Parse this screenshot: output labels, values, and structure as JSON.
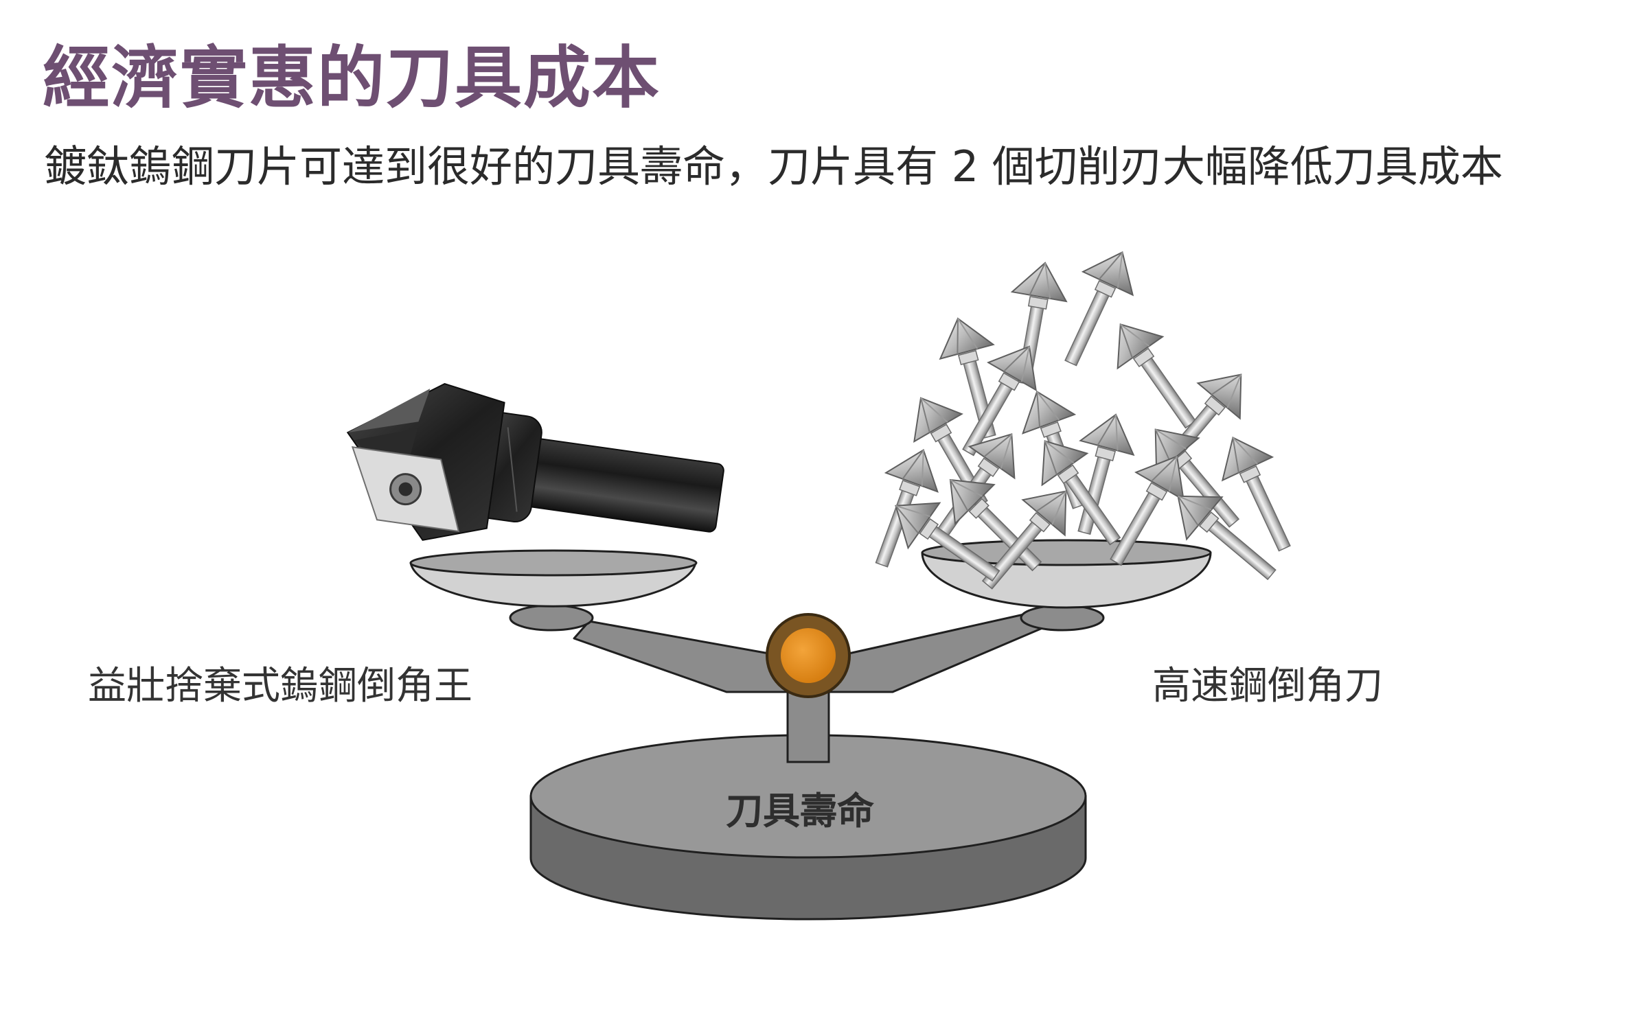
{
  "title": "經濟實惠的刀具成本",
  "subtitle": "鍍鈦鎢鋼刀片可達到很好的刀具壽命，刀片具有 2 個切削刃大幅降低刀具成本",
  "left_label": "益壯捨棄式鎢鋼倒角王",
  "right_label": "高速鋼倒角刀",
  "base_label": "刀具壽命",
  "colors": {
    "title": "#6e4f72",
    "pivot": "#e08a1e",
    "scale": "#8c8c8c"
  }
}
